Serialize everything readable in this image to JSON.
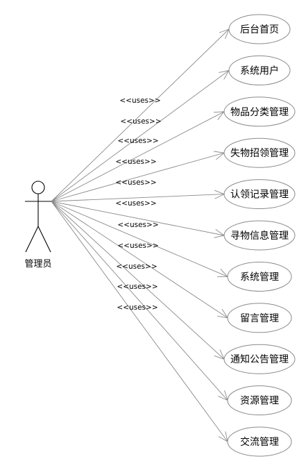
{
  "diagram": {
    "type": "use-case",
    "actor": {
      "label": "管理员"
    },
    "relation_label": "<<uses>>",
    "use_cases": [
      "后台首页",
      "系统用户",
      "物品分类管理",
      "失物招领管理",
      "认领记录管理",
      "寻物信息管理",
      "系统管理",
      "留言管理",
      "通知公告管理",
      "资源管理",
      "交流管理"
    ]
  }
}
